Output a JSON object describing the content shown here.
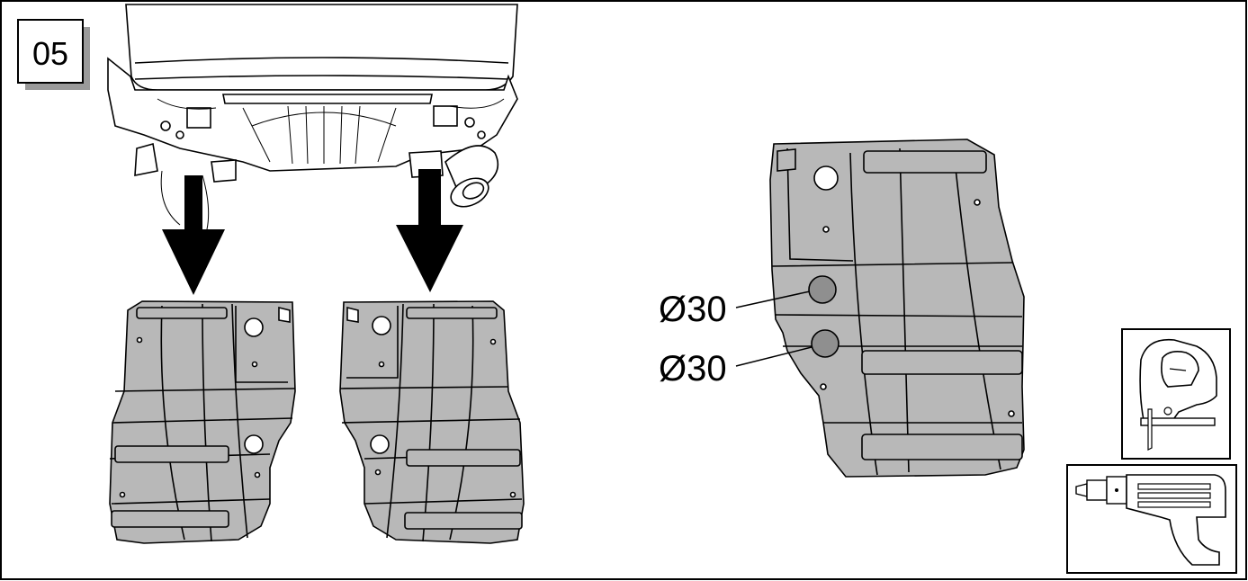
{
  "step": {
    "number": "05"
  },
  "callouts": [
    {
      "label": "Ø30"
    },
    {
      "label": "Ø30"
    }
  ],
  "tools": [
    {
      "icon": "jigsaw-icon"
    },
    {
      "icon": "drill-icon"
    }
  ],
  "colors": {
    "panel_fill": "#b8b8b8",
    "hole_fill": "#8f8f8f",
    "badge_shadow": "#9a9a9a",
    "outline": "#000000"
  }
}
